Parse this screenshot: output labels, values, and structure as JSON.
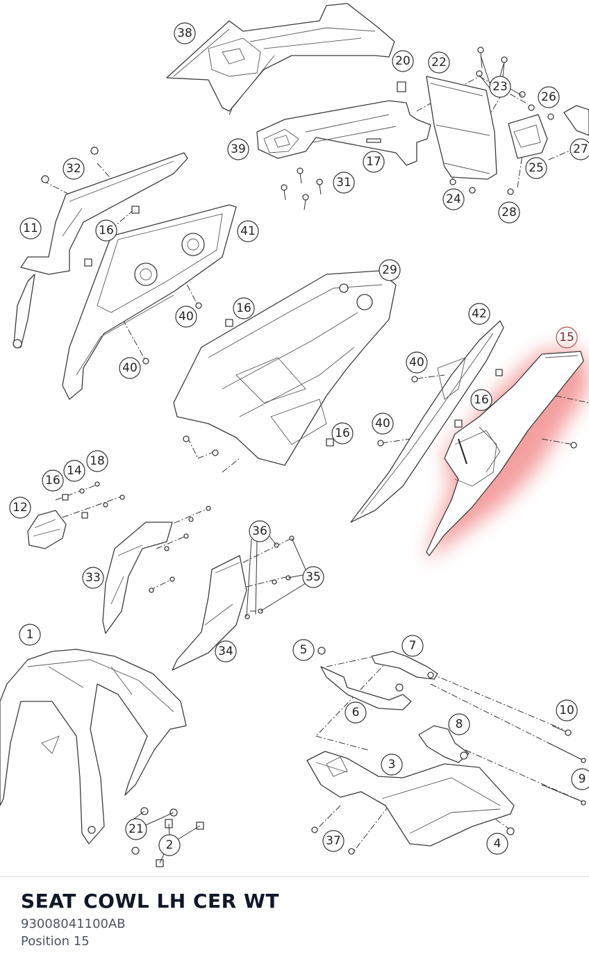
{
  "diagram": {
    "callouts": [
      "1",
      "2",
      "3",
      "4",
      "5",
      "6",
      "7",
      "8",
      "9",
      "10",
      "11",
      "12",
      "14",
      "15",
      "16",
      "17",
      "18",
      "20",
      "21",
      "22",
      "23",
      "24",
      "25",
      "26",
      "27",
      "28",
      "29",
      "31",
      "32",
      "33",
      "34",
      "35",
      "36",
      "37",
      "38",
      "39",
      "40",
      "41",
      "42"
    ],
    "highlighted_callout": "15",
    "highlight_color": "#f08080"
  },
  "part": {
    "title": "SEAT COWL LH CER WT",
    "number": "93008041100AB",
    "position": "Position 15"
  }
}
